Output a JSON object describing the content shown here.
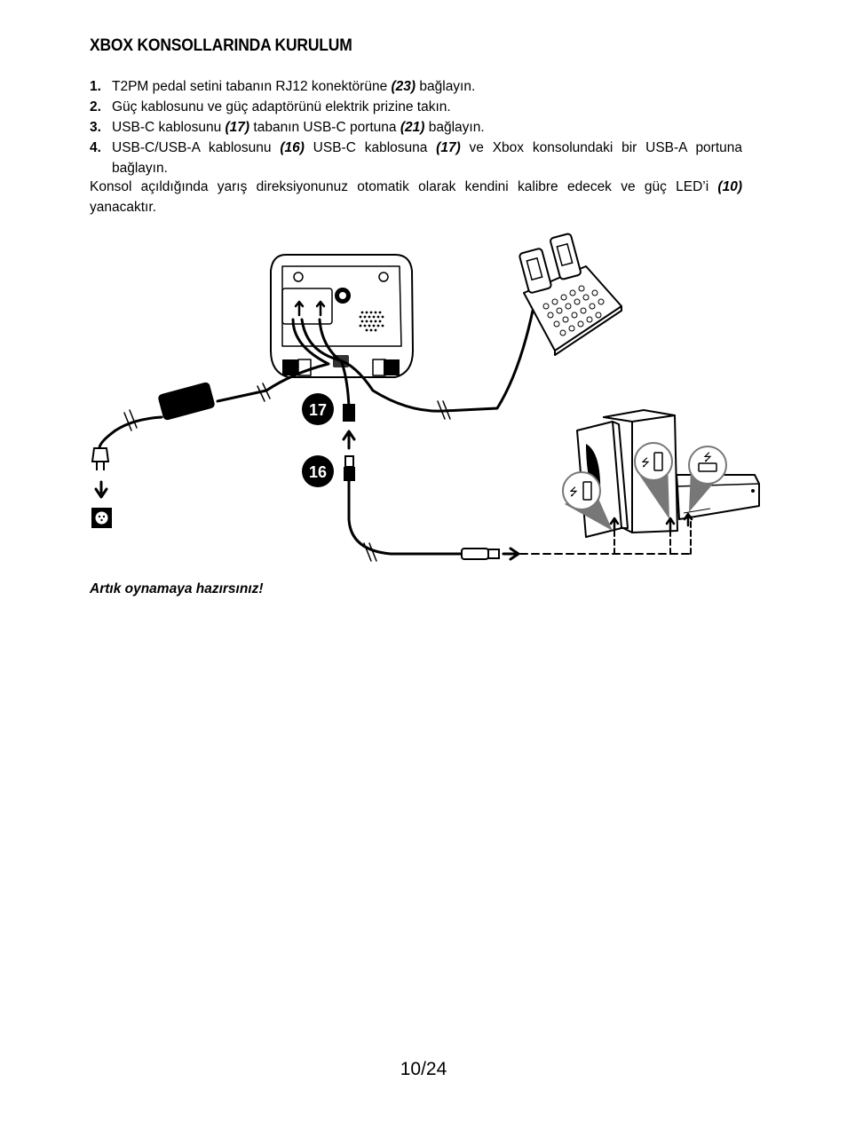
{
  "heading": "XBOX KONSOLLARINDA KURULUM",
  "steps": [
    {
      "num": "1.",
      "pre": "T2PM pedal setini tabanın RJ12 konektörüne ",
      "ref1": "(23)",
      "mid": " bağlayın.",
      "ref2": "",
      "post": ""
    },
    {
      "num": "2.",
      "pre": "Güç kablosunu ve güç adaptörünü elektrik prizine takın.",
      "ref1": "",
      "mid": "",
      "ref2": "",
      "post": ""
    },
    {
      "num": "3.",
      "pre": "USB-C kablosunu ",
      "ref1": "(17)",
      "mid": " tabanın USB-C portuna ",
      "ref2": "(21)",
      "post": " bağlayın."
    },
    {
      "num": "4.",
      "pre": "USB-C/USB-A kablosunu ",
      "ref1": "(16)",
      "mid": " USB-C kablosuna ",
      "ref2": "(17)",
      "post": " ve Xbox konsolundaki bir USB-A portuna bağlayın."
    }
  ],
  "paragraph": {
    "pre": "Konsol açıldığında yarış direksiyonunuz otomatik olarak kendini kalibre edecek ve güç LED’i ",
    "ref": "(10)",
    "post": " yanacaktır."
  },
  "diagram": {
    "callout_17": "17",
    "callout_16": "16"
  },
  "closing": "Artık oynamaya hazırsınız!",
  "page_number": "10/24"
}
